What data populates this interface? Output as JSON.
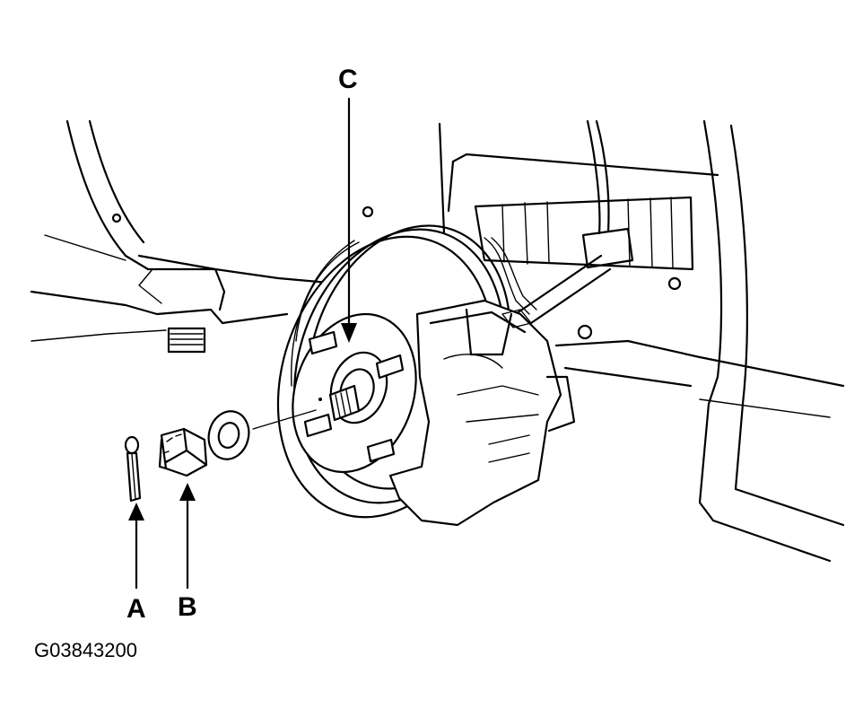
{
  "callouts": {
    "a": "A",
    "b": "B",
    "c": "C"
  },
  "figure_id": "G03843200",
  "colors": {
    "ink": "#000000",
    "paper": "#ffffff"
  }
}
